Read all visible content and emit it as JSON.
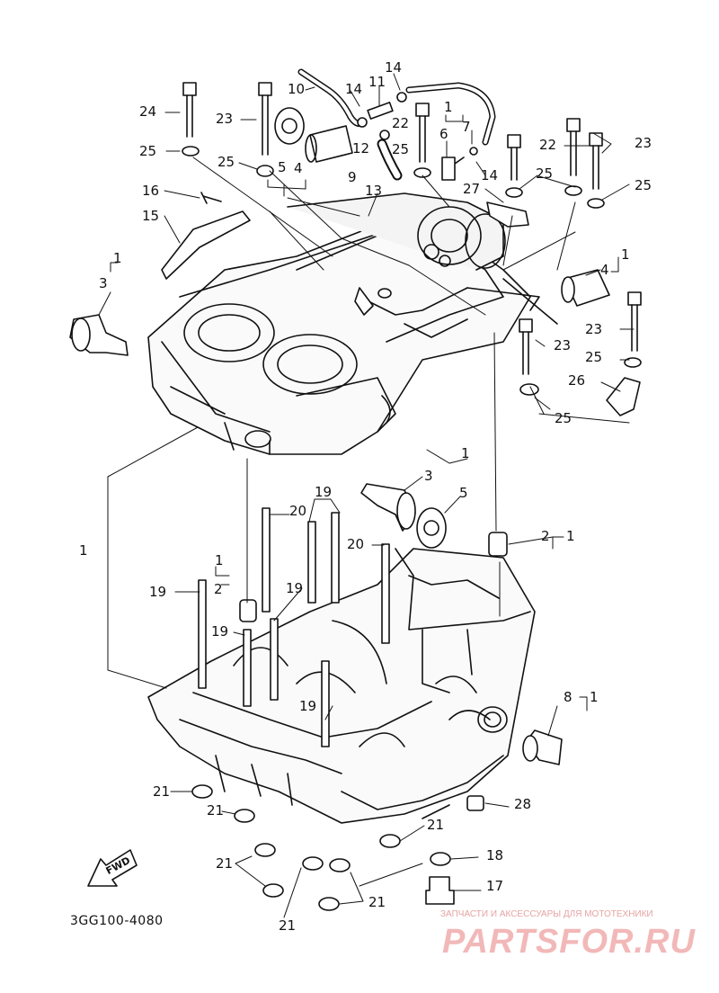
{
  "diagram": {
    "code": "3GG100-4080",
    "fwd_label": "FWD",
    "watermark": {
      "tagline": "ЗАПЧАСТИ И АКСЕССУАРЫ ДЛЯ МОТОТЕХНИКИ",
      "brand": "PARTSFOR.RU"
    },
    "callouts": [
      {
        "id": "c-14a",
        "text": "14"
      },
      {
        "id": "c-10",
        "text": "10"
      },
      {
        "id": "c-14b",
        "text": "14"
      },
      {
        "id": "c-11",
        "text": "11"
      },
      {
        "id": "c-1a",
        "text": "1"
      },
      {
        "id": "c-7",
        "text": "7"
      },
      {
        "id": "c-24",
        "text": "24"
      },
      {
        "id": "c-23a",
        "text": "23"
      },
      {
        "id": "c-22a",
        "text": "22"
      },
      {
        "id": "c-6",
        "text": "6"
      },
      {
        "id": "c-12",
        "text": "12"
      },
      {
        "id": "c-22b",
        "text": "22"
      },
      {
        "id": "c-23b",
        "text": "23"
      },
      {
        "id": "c-25a",
        "text": "25"
      },
      {
        "id": "c-25b",
        "text": "25"
      },
      {
        "id": "c-5a",
        "text": "5"
      },
      {
        "id": "c-4a",
        "text": "4"
      },
      {
        "id": "c-25c",
        "text": "25"
      },
      {
        "id": "c-9",
        "text": "9"
      },
      {
        "id": "c-14c",
        "text": "14"
      },
      {
        "id": "c-25d",
        "text": "25"
      },
      {
        "id": "c-25e",
        "text": "25"
      },
      {
        "id": "c-16",
        "text": "16"
      },
      {
        "id": "c-13",
        "text": "13"
      },
      {
        "id": "c-27",
        "text": "27"
      },
      {
        "id": "c-15",
        "text": "15"
      },
      {
        "id": "c-1b",
        "text": "1"
      },
      {
        "id": "c-3a",
        "text": "3"
      },
      {
        "id": "c-1c",
        "text": "1"
      },
      {
        "id": "c-4b",
        "text": "4"
      },
      {
        "id": "c-23c",
        "text": "23"
      },
      {
        "id": "c-23d",
        "text": "23"
      },
      {
        "id": "c-25f",
        "text": "25"
      },
      {
        "id": "c-26",
        "text": "26"
      },
      {
        "id": "c-25g",
        "text": "25"
      },
      {
        "id": "c-1d",
        "text": "1"
      },
      {
        "id": "c-3b",
        "text": "3"
      },
      {
        "id": "c-19a",
        "text": "19"
      },
      {
        "id": "c-5b",
        "text": "5"
      },
      {
        "id": "c-20a",
        "text": "20"
      },
      {
        "id": "c-2a",
        "text": "2"
      },
      {
        "id": "c-1e",
        "text": "1"
      },
      {
        "id": "c-20b",
        "text": "20"
      },
      {
        "id": "c-1f",
        "text": "1"
      },
      {
        "id": "c-1g",
        "text": "1"
      },
      {
        "id": "c-2b",
        "text": "2"
      },
      {
        "id": "c-19b",
        "text": "19"
      },
      {
        "id": "c-19c",
        "text": "19"
      },
      {
        "id": "c-19d",
        "text": "19"
      },
      {
        "id": "c-19e",
        "text": "19"
      },
      {
        "id": "c-8",
        "text": "8"
      },
      {
        "id": "c-1h",
        "text": "1"
      },
      {
        "id": "c-21a",
        "text": "21"
      },
      {
        "id": "c-28",
        "text": "28"
      },
      {
        "id": "c-21b",
        "text": "21"
      },
      {
        "id": "c-21c",
        "text": "21"
      },
      {
        "id": "c-18",
        "text": "18"
      },
      {
        "id": "c-21d",
        "text": "21"
      },
      {
        "id": "c-17",
        "text": "17"
      },
      {
        "id": "c-21e",
        "text": "21"
      },
      {
        "id": "c-21f",
        "text": "21"
      }
    ]
  }
}
